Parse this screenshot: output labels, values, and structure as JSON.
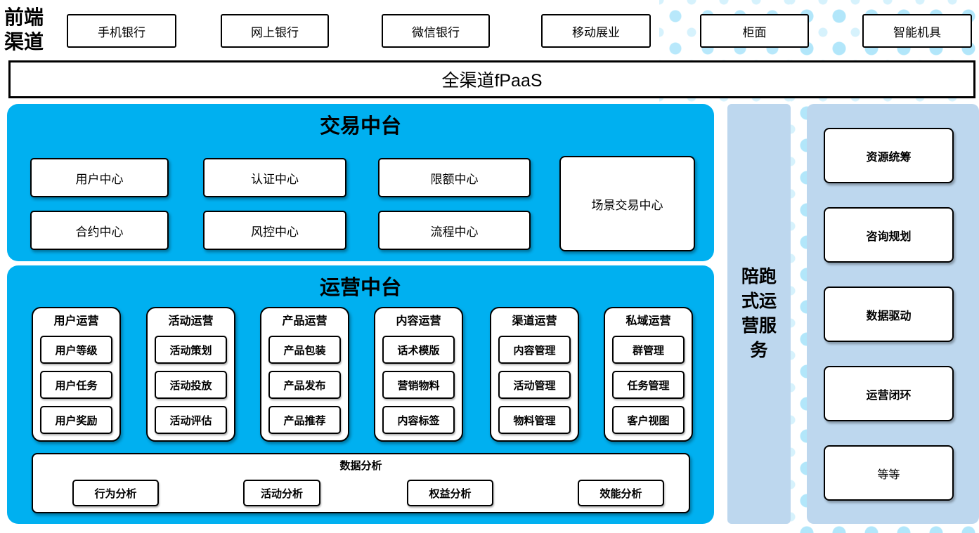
{
  "colors": {
    "bright_blue": "#00B0F0",
    "light_blue": "#BDD7EE",
    "dot_blue": "#C5E9F8",
    "border": "#000000"
  },
  "front_channels": {
    "label": "前端渠道",
    "items": [
      "手机银行",
      "网上银行",
      "微信银行",
      "移动展业",
      "柜面",
      "智能机具"
    ]
  },
  "fpaas": {
    "label": "全渠道fPaaS"
  },
  "transaction": {
    "title": "交易中台",
    "boxes_row1": [
      "用户中心",
      "认证中心",
      "限额中心"
    ],
    "boxes_row2": [
      "合约中心",
      "风控中心",
      "流程中心"
    ],
    "scene_box": "场景交易中心"
  },
  "operation": {
    "title": "运营中台",
    "columns": [
      {
        "header": "用户运营",
        "items": [
          "用户等级",
          "用户任务",
          "用户奖励"
        ]
      },
      {
        "header": "活动运营",
        "items": [
          "活动策划",
          "活动投放",
          "活动评估"
        ]
      },
      {
        "header": "产品运营",
        "items": [
          "产品包装",
          "产品发布",
          "产品推荐"
        ]
      },
      {
        "header": "内容运营",
        "items": [
          "话术模版",
          "营销物料",
          "内容标签"
        ]
      },
      {
        "header": "渠道运营",
        "items": [
          "内容管理",
          "活动管理",
          "物料管理"
        ]
      },
      {
        "header": "私域运营",
        "items": [
          "群管理",
          "任务管理",
          "客户视图"
        ]
      }
    ],
    "analysis": {
      "title": "数据分析",
      "items": [
        "行为分析",
        "活动分析",
        "权益分析",
        "效能分析"
      ]
    }
  },
  "companion_service": {
    "label": "陪跑式运营服务"
  },
  "right_panel": {
    "items": [
      "资源统筹",
      "咨询规划",
      "数据驱动",
      "运营闭环",
      "等等"
    ]
  }
}
